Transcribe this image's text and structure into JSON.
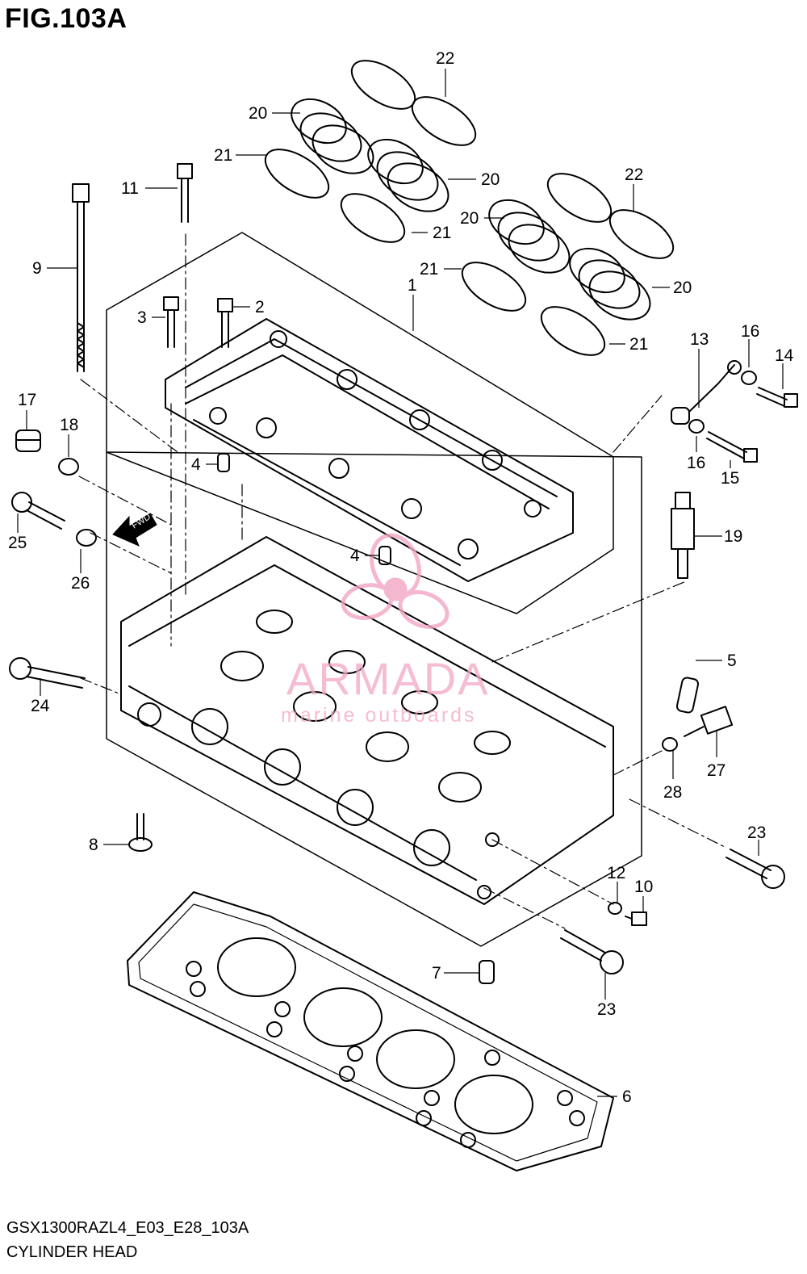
{
  "figure": {
    "title": "FIG.103A",
    "code": "GSX1300RAZL4_E03_E28_103A",
    "name": "CYLINDER HEAD"
  },
  "watermark": {
    "brand": "ARMADA",
    "tagline": "marine outboards",
    "color": "#f2a6c4"
  },
  "fwd_marker": "FWD",
  "callouts": [
    {
      "id": "c22a",
      "num": "22"
    },
    {
      "id": "c20a",
      "num": "20"
    },
    {
      "id": "c21a",
      "num": "21"
    },
    {
      "id": "c20b",
      "num": "20"
    },
    {
      "id": "c21b",
      "num": "21"
    },
    {
      "id": "c11",
      "num": "11"
    },
    {
      "id": "c22b",
      "num": "22"
    },
    {
      "id": "c20c",
      "num": "20"
    },
    {
      "id": "c9",
      "num": "9"
    },
    {
      "id": "c21c",
      "num": "21"
    },
    {
      "id": "c20d",
      "num": "20"
    },
    {
      "id": "c1",
      "num": "1"
    },
    {
      "id": "c3",
      "num": "3"
    },
    {
      "id": "c2",
      "num": "2"
    },
    {
      "id": "c21d",
      "num": "21"
    },
    {
      "id": "c13",
      "num": "13"
    },
    {
      "id": "c16a",
      "num": "16"
    },
    {
      "id": "c14",
      "num": "14"
    },
    {
      "id": "c17",
      "num": "17"
    },
    {
      "id": "c18",
      "num": "18"
    },
    {
      "id": "c4a",
      "num": "4"
    },
    {
      "id": "c16b",
      "num": "16"
    },
    {
      "id": "c15",
      "num": "15"
    },
    {
      "id": "c25",
      "num": "25"
    },
    {
      "id": "c19",
      "num": "19"
    },
    {
      "id": "c4b",
      "num": "4"
    },
    {
      "id": "c26",
      "num": "26"
    },
    {
      "id": "c5",
      "num": "5"
    },
    {
      "id": "c24",
      "num": "24"
    },
    {
      "id": "c27",
      "num": "27"
    },
    {
      "id": "c28",
      "num": "28"
    },
    {
      "id": "c23a",
      "num": "23"
    },
    {
      "id": "c8",
      "num": "8"
    },
    {
      "id": "c12",
      "num": "12"
    },
    {
      "id": "c10",
      "num": "10"
    },
    {
      "id": "c7",
      "num": "7"
    },
    {
      "id": "c23b",
      "num": "23"
    },
    {
      "id": "c6",
      "num": "6"
    }
  ]
}
